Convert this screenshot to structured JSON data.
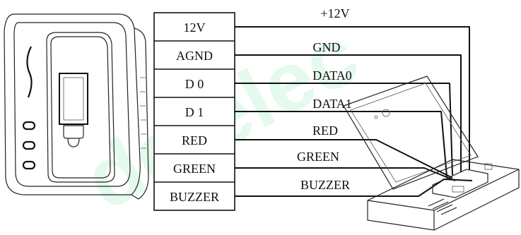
{
  "watermark": {
    "text": "dolelec",
    "color": "#22d36a"
  },
  "pin_table": [
    {
      "pin": "12V",
      "signal": "+12V"
    },
    {
      "pin": "AGND",
      "signal": "GND"
    },
    {
      "pin": "D 0",
      "signal": "DATA0"
    },
    {
      "pin": "D 1",
      "signal": "DATA1"
    },
    {
      "pin": "RED",
      "signal": "RED"
    },
    {
      "pin": "GREEN",
      "signal": "GREEN"
    },
    {
      "pin": "BUZZER",
      "signal": "BUZZER"
    }
  ],
  "colors": {
    "ink": "#111111",
    "background": "#ffffff"
  }
}
